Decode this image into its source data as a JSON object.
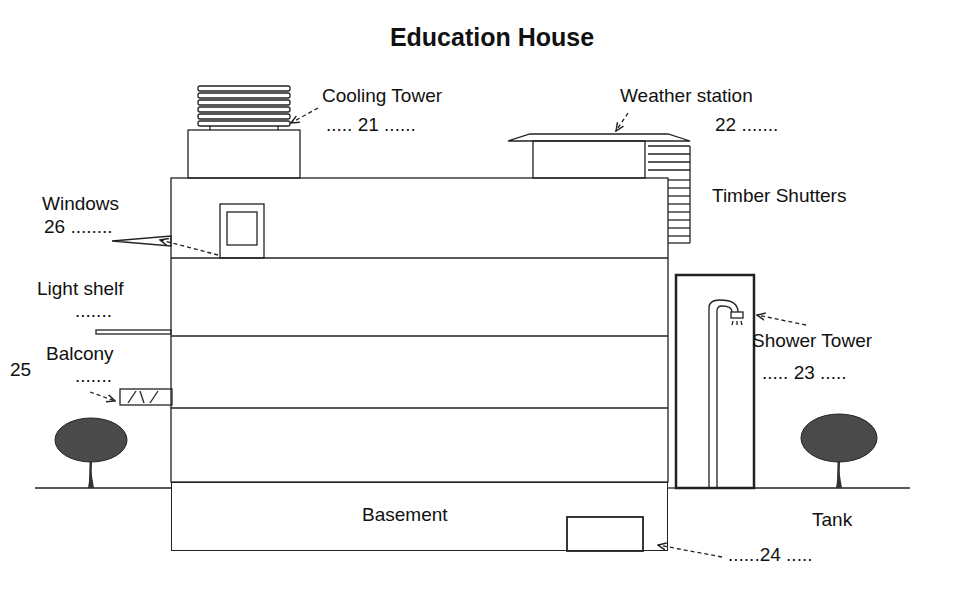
{
  "diagram": {
    "title": "Education House",
    "nodes": [
      {
        "text": [
          "Basement"
        ]
      }
    ],
    "labels": [
      "Cooling Tower",
      "..... 21 ......",
      "Weather station",
      "22 .......",
      "Windows",
      "26 ........",
      "Timber Shutters",
      "Light shelf",
      ".......",
      "Shower Tower",
      "Balcony",
      "25",
      ".......",
      "..... 23 .....",
      "Tank",
      "......24 ....."
    ]
  }
}
